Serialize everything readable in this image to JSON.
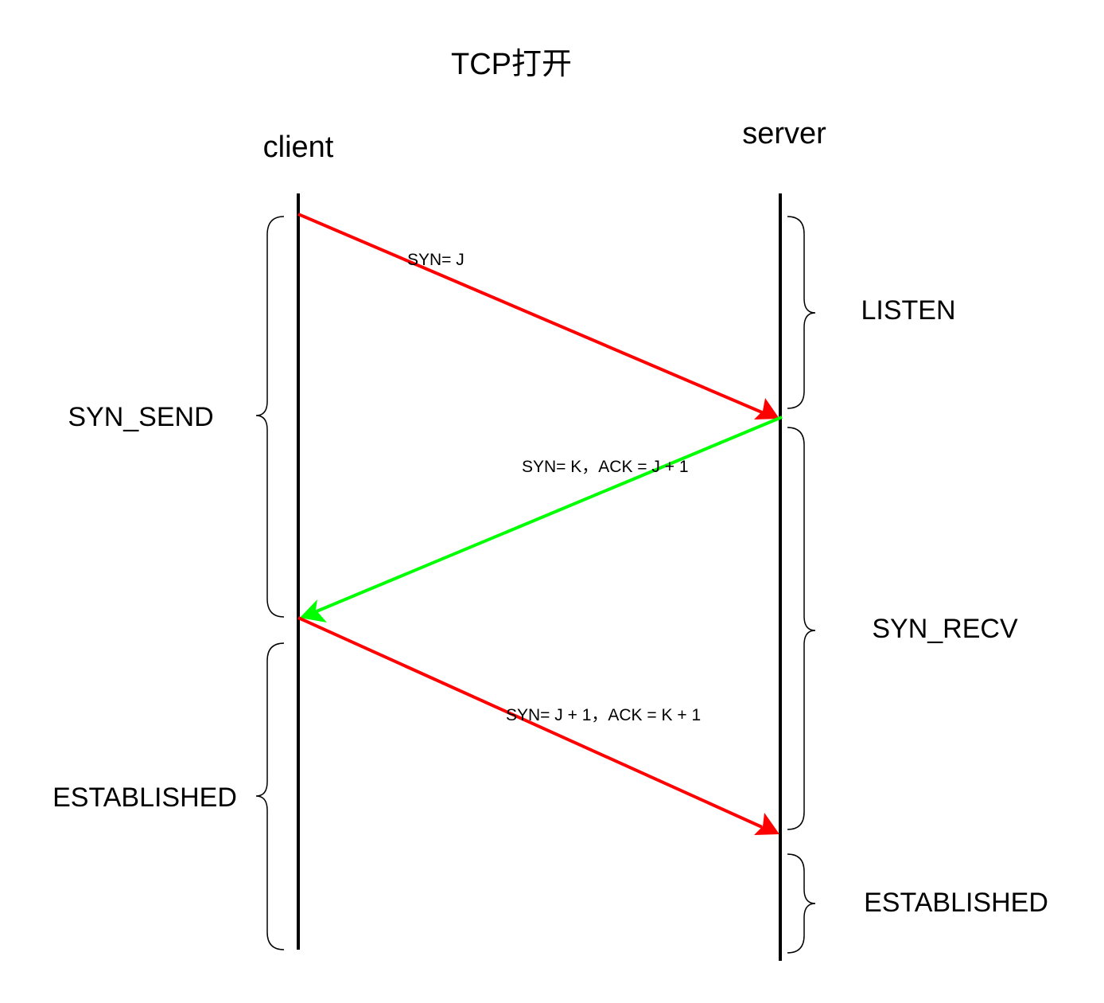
{
  "title": "TCP打开",
  "participants": {
    "client": "client",
    "server": "server"
  },
  "messages": [
    {
      "label": "SYN= J",
      "from": "client",
      "to": "server",
      "color": "#ff0000"
    },
    {
      "label": "SYN= K，ACK = J + 1",
      "from": "server",
      "to": "client",
      "color": "#00ff00"
    },
    {
      "label": "SYN= J + 1，ACK = K + 1",
      "from": "client",
      "to": "server",
      "color": "#ff0000"
    }
  ],
  "client_states": [
    {
      "label": "SYN_SEND"
    },
    {
      "label": "ESTABLISHED"
    }
  ],
  "server_states": [
    {
      "label": "LISTEN"
    },
    {
      "label": "SYN_RECV"
    },
    {
      "label": "ESTABLISHED"
    }
  ]
}
